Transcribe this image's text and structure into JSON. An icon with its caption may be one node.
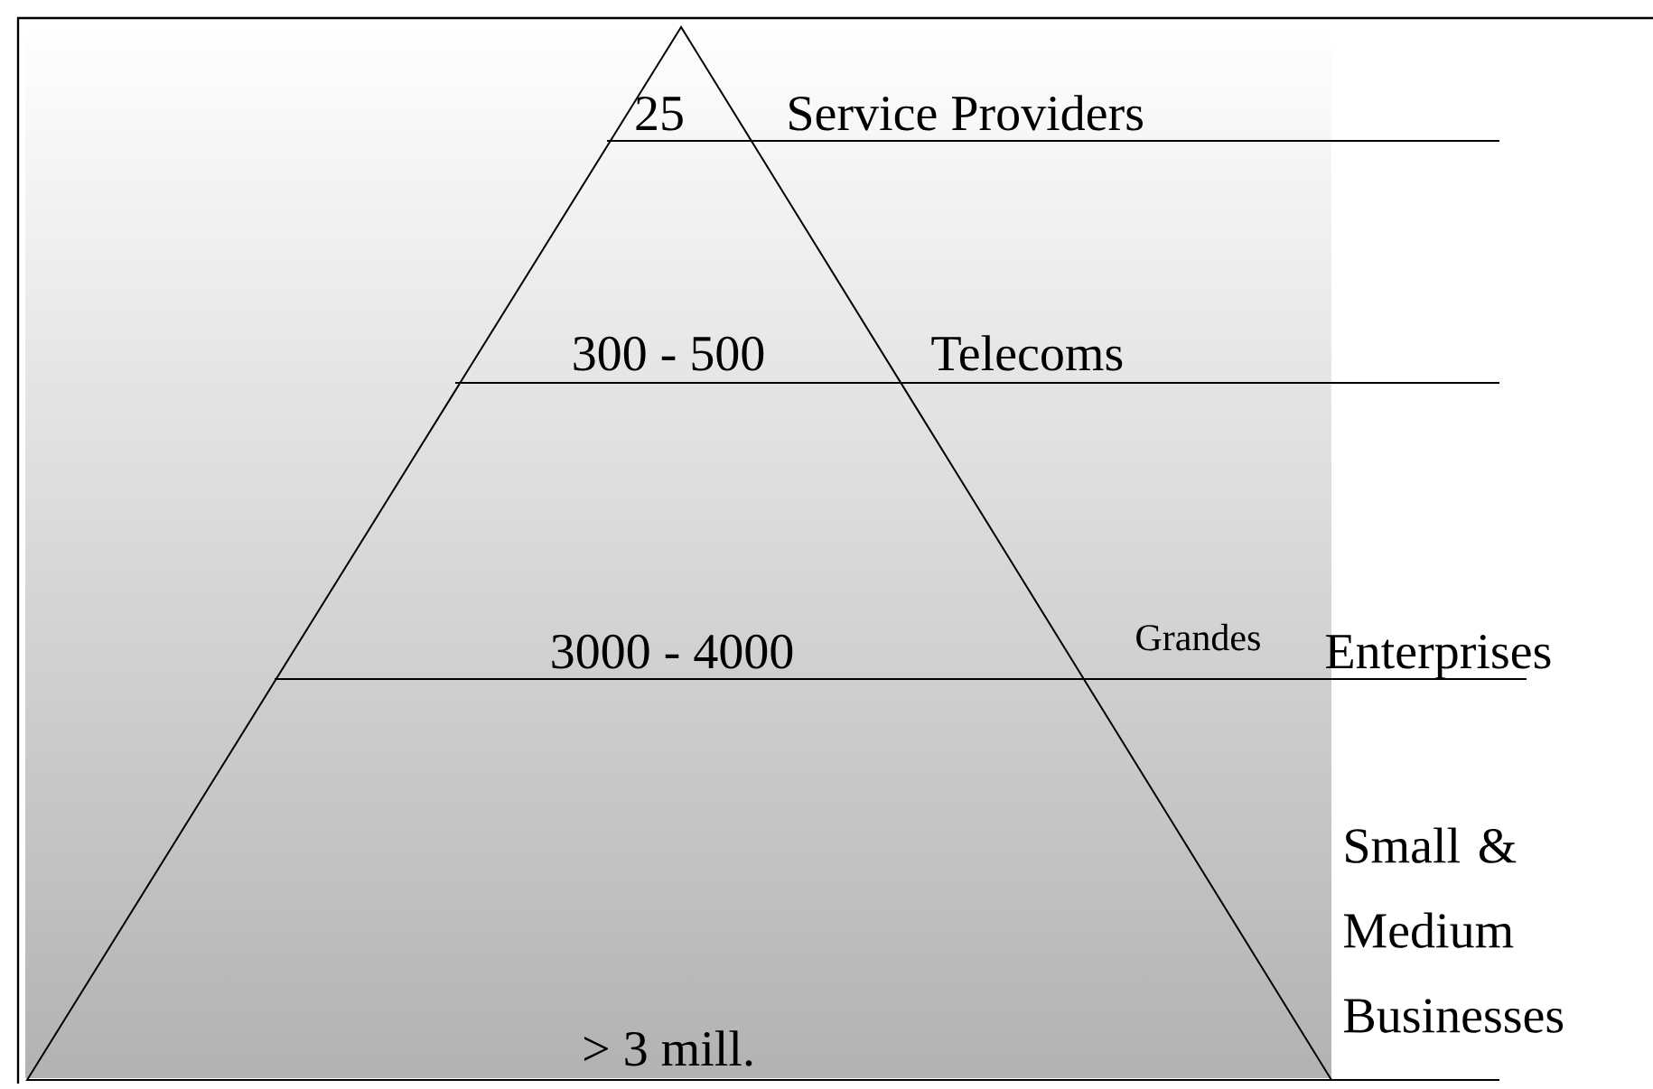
{
  "diagram": {
    "labels": [
      "25",
      "Service Providers",
      "300 - 500",
      "Telecoms",
      "3000 - 4000",
      "Grandes",
      "Enterprises",
      "Small & Medium Businesses",
      "> 3 mill."
    ]
  }
}
